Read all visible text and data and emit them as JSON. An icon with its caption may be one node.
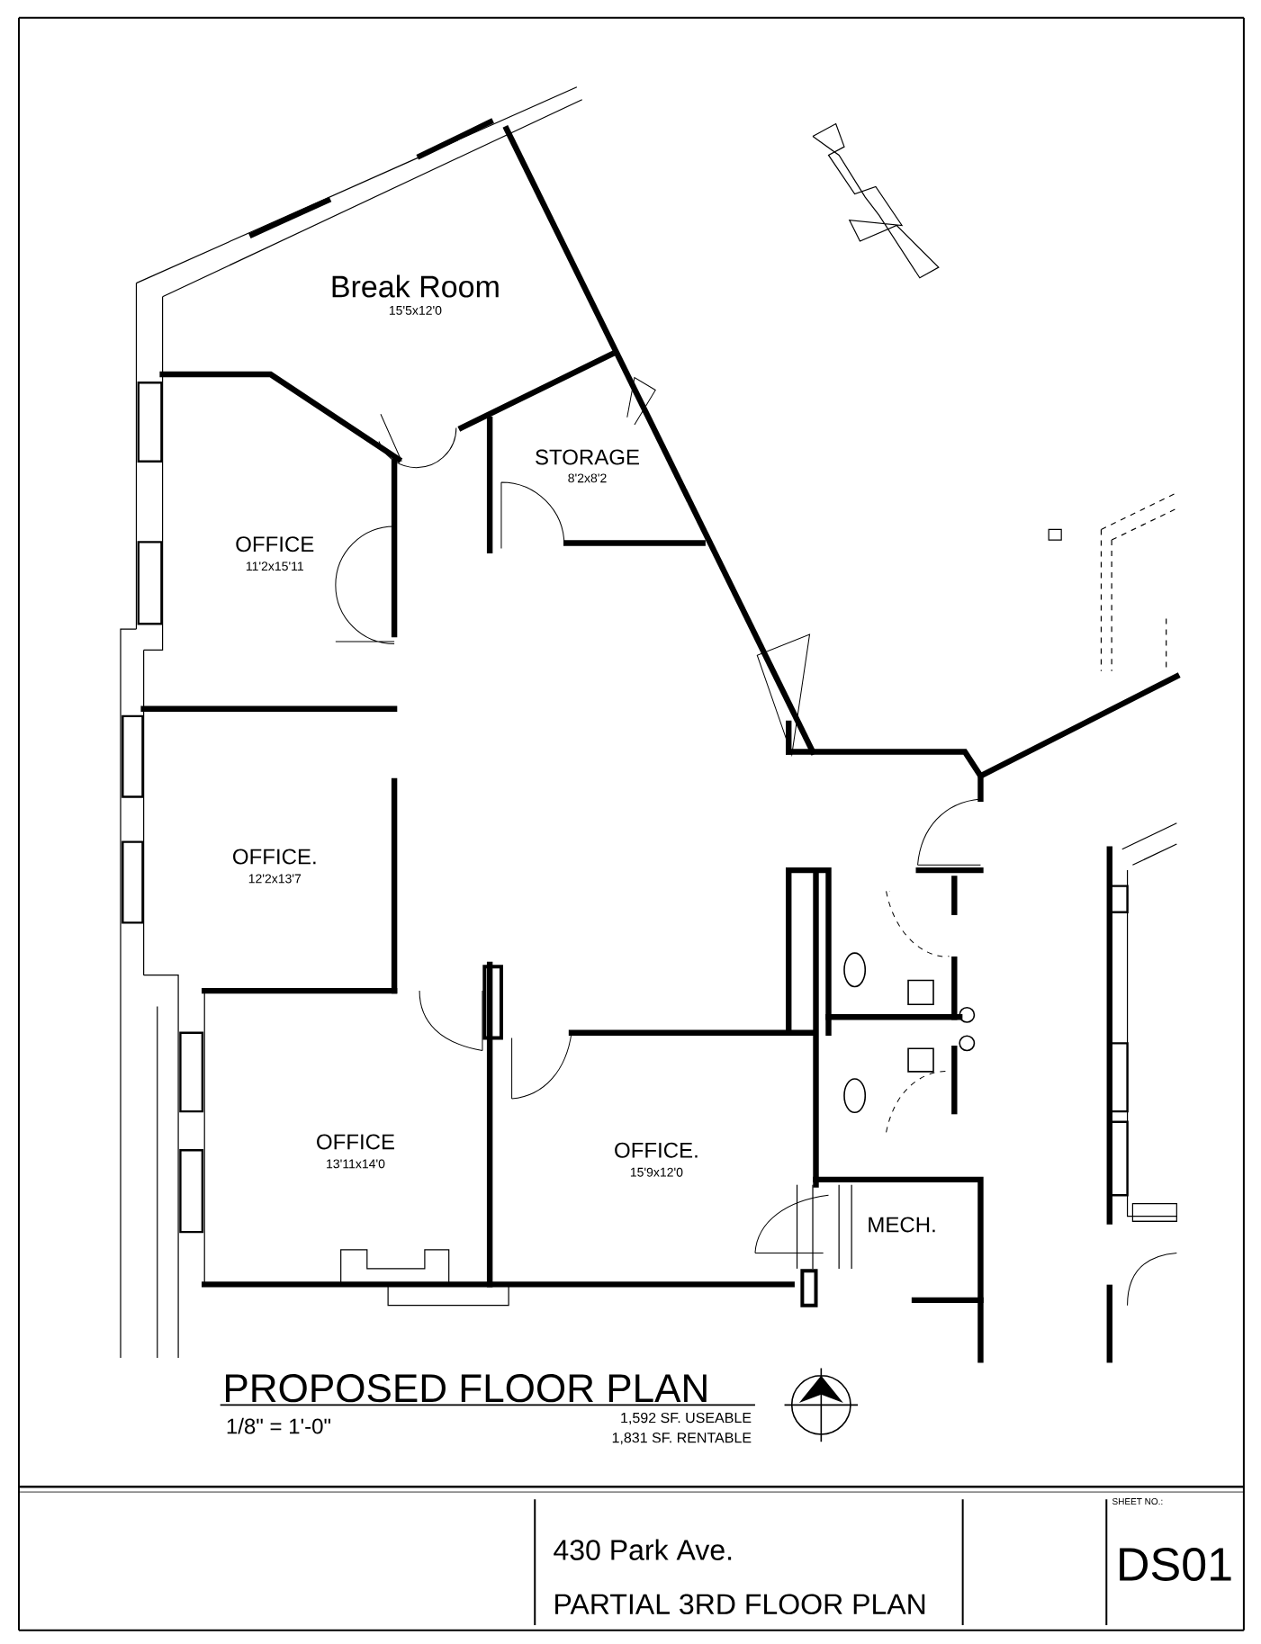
{
  "diagram": {
    "title": "PROPOSED FLOOR PLAN",
    "labels": [
      "Break Room",
      "15'5x12'0",
      "STORAGE",
      "8'2x8'2",
      "OFFICE",
      "11'2x15'11",
      "OFFICE.",
      "12'2x13'7",
      "OFFICE",
      "13'11x14'0",
      "OFFICE.",
      "15'9x12'0",
      "MECH.",
      "1/8\" = 1'-0\"",
      "1,592 SF. USEABLE",
      "1,831 SF. RENTABLE",
      "430 Park Ave.",
      "PARTIAL 3RD FLOOR PLAN",
      "SHEET NO.:",
      "DS01"
    ]
  }
}
